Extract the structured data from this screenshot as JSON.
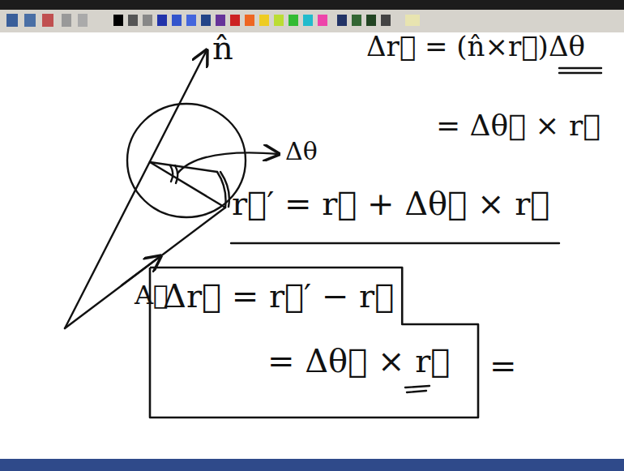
{
  "diagram": {
    "nodes": [
      {
        "text": [
          "Δr⃗ = r⃗′ − r⃗",
          "= Δθ⃗ × r⃗"
        ]
      }
    ],
    "labels": [
      "n̂",
      "Δθ",
      "A⃗",
      "Δr⃗ = (n̂×r⃗)Δθ",
      "= Δθ⃗ × r⃗",
      "r⃗′ = r⃗ + Δθ⃗ × r⃗",
      "="
    ]
  }
}
